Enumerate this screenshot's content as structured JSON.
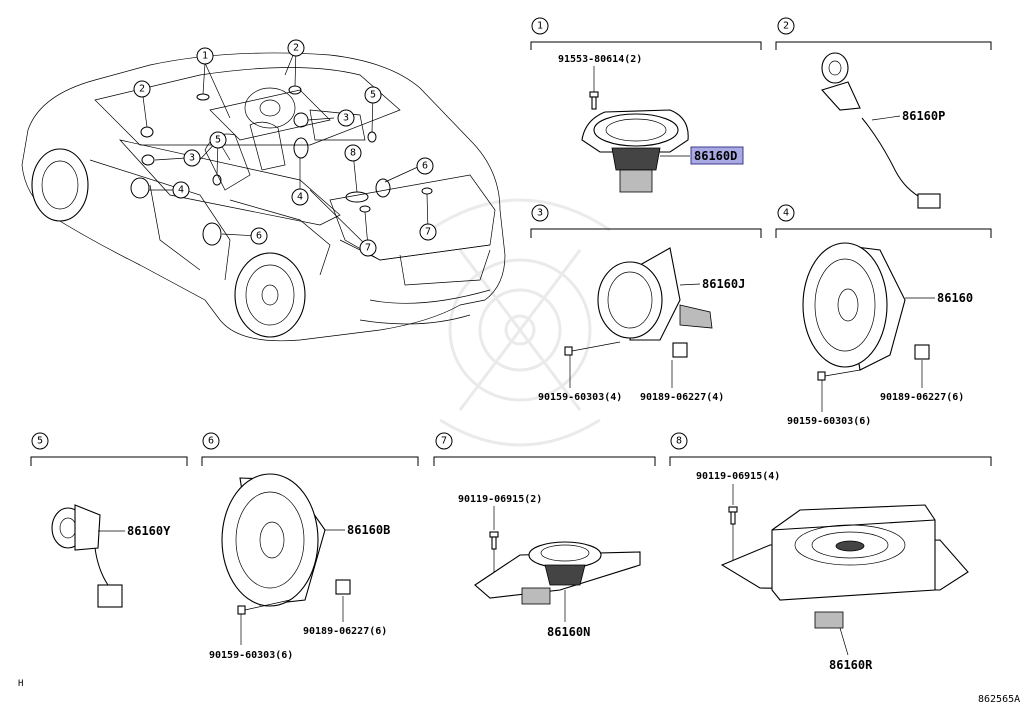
{
  "footer": {
    "left_mark": "H",
    "ref_code": "862565A"
  },
  "overview": {
    "callouts": [
      "1",
      "2",
      "2",
      "3",
      "3",
      "4",
      "4",
      "5",
      "5",
      "6",
      "6",
      "7",
      "7",
      "8"
    ]
  },
  "sections": [
    {
      "num": "1",
      "parts": [
        "91553-80614(2)",
        "86160D"
      ],
      "highlighted": "86160D"
    },
    {
      "num": "2",
      "parts": [
        "86160P"
      ]
    },
    {
      "num": "3",
      "parts": [
        "86160J",
        "90159-60303(4)",
        "90189-06227(4)"
      ]
    },
    {
      "num": "4",
      "parts": [
        "86160",
        "90189-06227(6)",
        "90159-60303(6)"
      ]
    },
    {
      "num": "5",
      "parts": [
        "86160Y"
      ]
    },
    {
      "num": "6",
      "parts": [
        "86160B",
        "90189-06227(6)",
        "90159-60303(6)"
      ]
    },
    {
      "num": "7",
      "parts": [
        "90119-06915(2)",
        "86160N"
      ]
    },
    {
      "num": "8",
      "parts": [
        "90119-06915(4)",
        "86160R"
      ]
    }
  ],
  "colors": {
    "highlight": "#a9a9e3",
    "line": "#000000"
  }
}
